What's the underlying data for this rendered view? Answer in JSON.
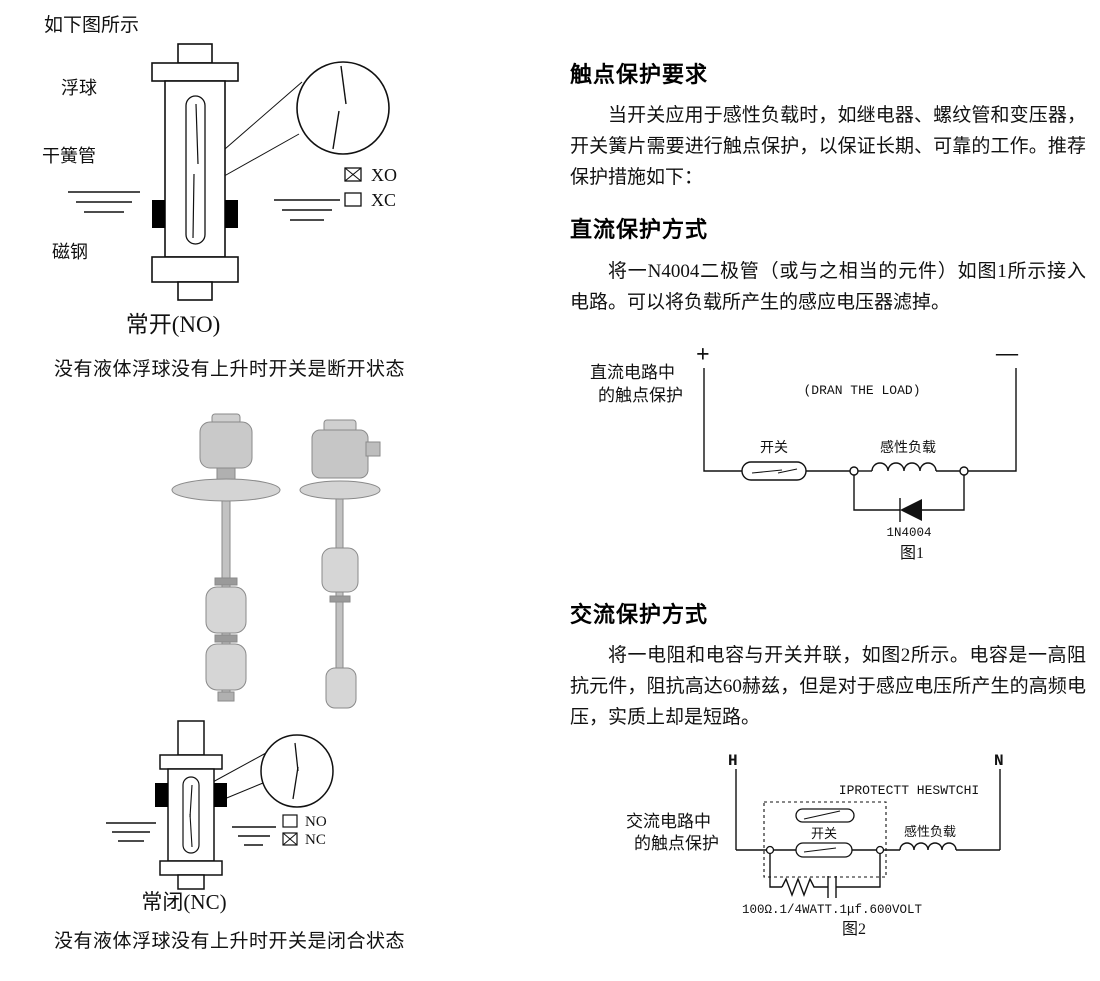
{
  "page": {
    "top_note": "如下图所示"
  },
  "left": {
    "no_diagram": {
      "label_float": "浮球",
      "label_reed_tube": "干簧管",
      "label_magnet": "磁钢",
      "legend_xo": "XO",
      "legend_xc": "XC",
      "caption": "常开(NO)",
      "description": "没有液体浮球没有上升时开关是断开状态"
    },
    "nc_diagram": {
      "legend_no": "NO",
      "legend_nc": "NC",
      "caption": "常闭(NC)",
      "description": "没有液体浮球没有上升时开关是闭合状态"
    }
  },
  "right": {
    "contact_protection": {
      "heading": "触点保护要求",
      "body": "当开关应用于感性负载时，如继电器、螺纹管和变压器，开关簧片需要进行触点保护，以保证长期、可靠的工作。推荐保护措施如下："
    },
    "dc_protection": {
      "heading": "直流保护方式",
      "body": "将一N4004二极管（或与之相当的元件）如图1所示接入电路。可以将负载所产生的感应电压器滤掉。"
    },
    "fig1": {
      "side_label_1": "直流电路中",
      "side_label_2": "的触点保护",
      "plus": "+",
      "minus": "—",
      "load_note": "(DRAN THE LOAD)",
      "switch_label": "开关",
      "load_label": "感性负载",
      "diode_label": "1N4004",
      "caption": "图1"
    },
    "ac_protection": {
      "heading": "交流保护方式",
      "body": "将一电阻和电容与开关并联，如图2所示。电容是一高阻抗元件，阻抗高达60赫兹，但是对于感应电压所产生的高频电压，实质上却是短路。"
    },
    "fig2": {
      "line_h": "H",
      "line_n": "N",
      "protect_note": "IPROTECTT HESWTCHI",
      "side_label_1": "交流电路中",
      "side_label_2": "的触点保护",
      "switch_label": "开关",
      "load_label": "感性负载",
      "rc_label": "100Ω.1/4WATT.1μf.600VOLT",
      "caption": "图2"
    }
  }
}
